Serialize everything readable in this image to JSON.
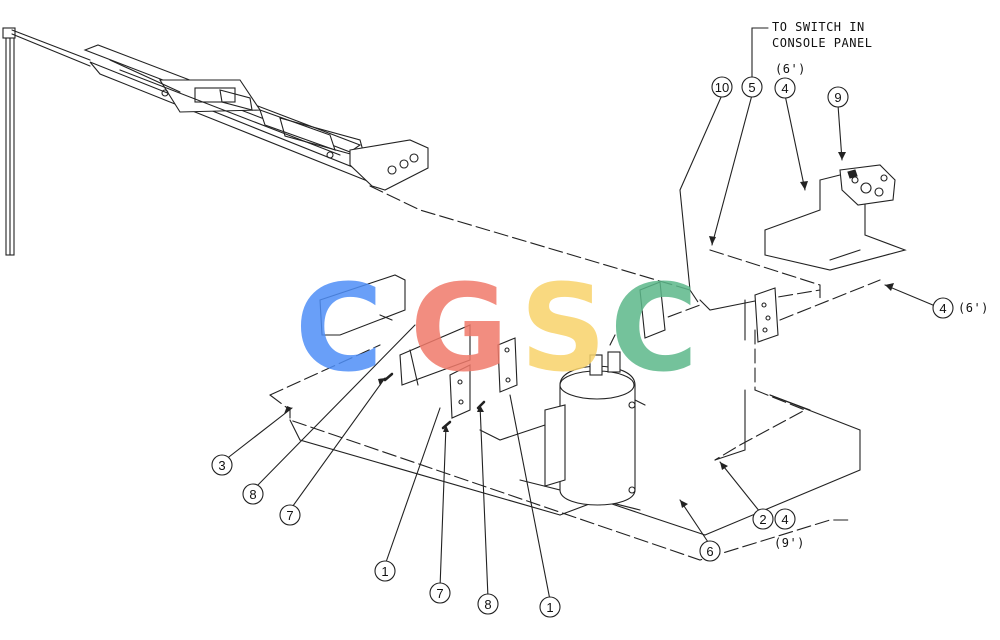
{
  "notes": {
    "switch_line1": "TO SWITCH IN",
    "switch_line2": "CONSOLE PANEL",
    "len_6_top": "(6')",
    "len_6_right": "(6')",
    "len_9": "(9')"
  },
  "callouts": [
    "10",
    "5",
    "4",
    "9",
    "4",
    "3",
    "8",
    "7",
    "1",
    "7",
    "8",
    "1",
    "2",
    "4",
    "6"
  ],
  "watermark": {
    "letters": [
      "C",
      "G",
      "S",
      "C"
    ],
    "colors": [
      "#4f8ff7",
      "#f07a6a",
      "#f8d36a",
      "#5cb88a"
    ]
  }
}
